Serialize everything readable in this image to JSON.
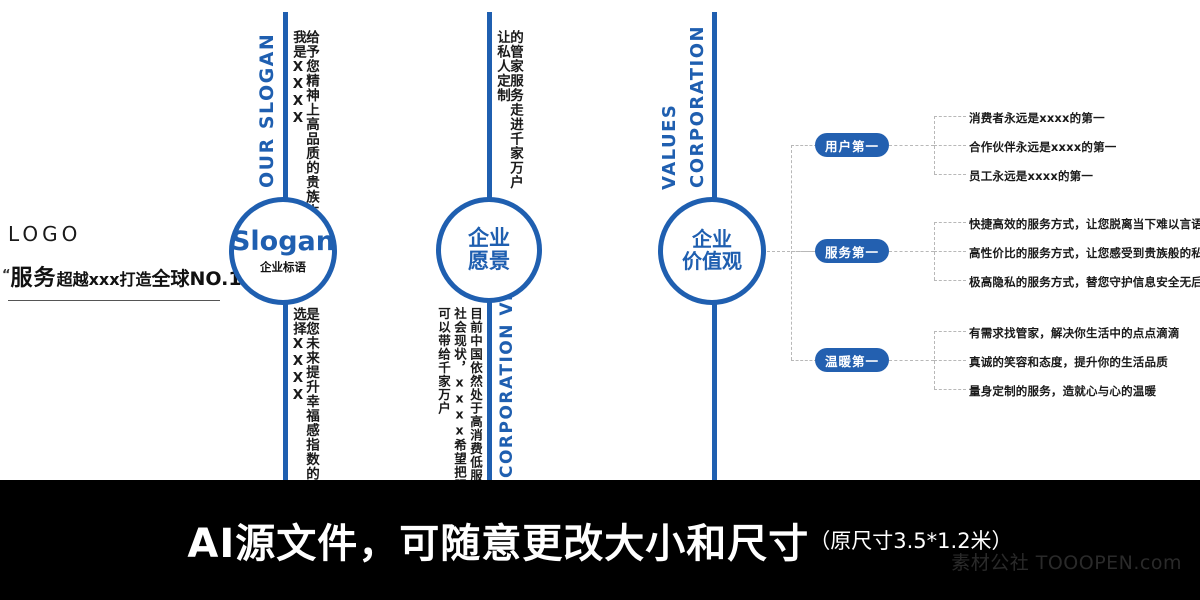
{
  "logo": {
    "word": "LOGO",
    "quote_open": "“",
    "tagline_bold1": "服务",
    "tagline_mid": "超越xxx打造",
    "tagline_bold2": "全球NO.1",
    "quote_close": "”"
  },
  "columns": [
    {
      "id": "slogan",
      "label_en": "OUR SLOGAN",
      "top_line1": "给予您精神上高品质的贵族生活",
      "top_line2": "我是XXXX",
      "circle_main": "Slogan",
      "circle_sub": "企业标语",
      "bottom_line1": "是您未来提升幸福感指数的重要前提",
      "bottom_line2": "选择XXXX"
    },
    {
      "id": "vision",
      "label_en": "CORPORATION VISION",
      "top_line1": "的管家服务走进千家万户",
      "top_line2": "让私人定制",
      "circle_main": "企业\n愿景",
      "circle_main_l1": "企业",
      "circle_main_l2": "愿景",
      "bottom_line1": "目前中国依然处于高消费低服务的",
      "bottom_line2": "社会现状，xxxx希望把服务真正",
      "bottom_line3": "可以带给千家万户"
    },
    {
      "id": "values",
      "label_en_1": "VALUES",
      "label_en_2": "CORPORATION",
      "circle_main_l1": "企业",
      "circle_main_l2": "价值观"
    }
  ],
  "tree": {
    "branches": [
      {
        "pill": "用户第一",
        "leaves": [
          "消费者永远是xxxx的第一",
          "合作伙伴永远是xxxx的第一",
          "员工永远是xxxx的第一"
        ]
      },
      {
        "pill": "服务第一",
        "leaves": [
          "快捷高效的服务方式，让您脱离当下难以言语的困境",
          "高性价比的服务方式，让您感受到贵族般的私人定制",
          "极高隐私的服务方式，替您守护信息安全无后顾之忧"
        ]
      },
      {
        "pill": "温暖第一",
        "leaves": [
          "有需求找管家，解决你生活中的点点滴滴",
          "真诚的笑容和态度，提升你的生活品质",
          "量身定制的服务，造就心与心的温暖"
        ]
      }
    ]
  },
  "banner": {
    "main": "AI源文件，可随意更改大小和尺寸",
    "sub": "（原尺寸3.5*1.2米）",
    "watermark": "素材公社 TOOOPEN.com"
  },
  "colors": {
    "brand_blue": "#1F5FB0",
    "pill_blue": "#2360B0",
    "dash_gray": "#b8b8b8",
    "banner_bg": "#000000"
  }
}
